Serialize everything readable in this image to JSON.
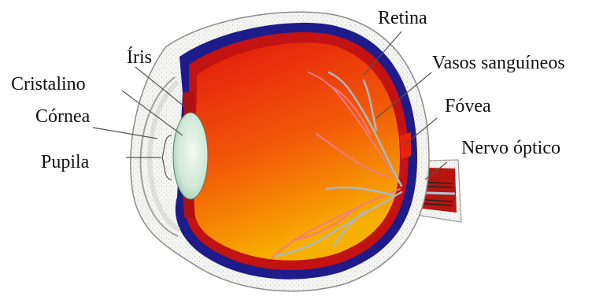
{
  "diagram": {
    "labels": {
      "retina": "Retina",
      "iris": "Íris",
      "lens": "Cristalino",
      "cornea": "Córnea",
      "blood_vessels": "Vasos sanguíneos",
      "fovea": "Fóvea",
      "pupil": "Pupila",
      "optic_nerve": "Nervo óptico"
    },
    "colors": {
      "sclera": "#f2f2f0",
      "choroid": "#1e1b8a",
      "retina_layer": "#c21212",
      "vitreous_top": "#e61c10",
      "vitreous_bottom": "#f7a200",
      "lens": "#cfe8d6",
      "vessels_red": "#f07a8a",
      "vessels_grey": "#a9b9c2",
      "leader": "#666666"
    }
  }
}
